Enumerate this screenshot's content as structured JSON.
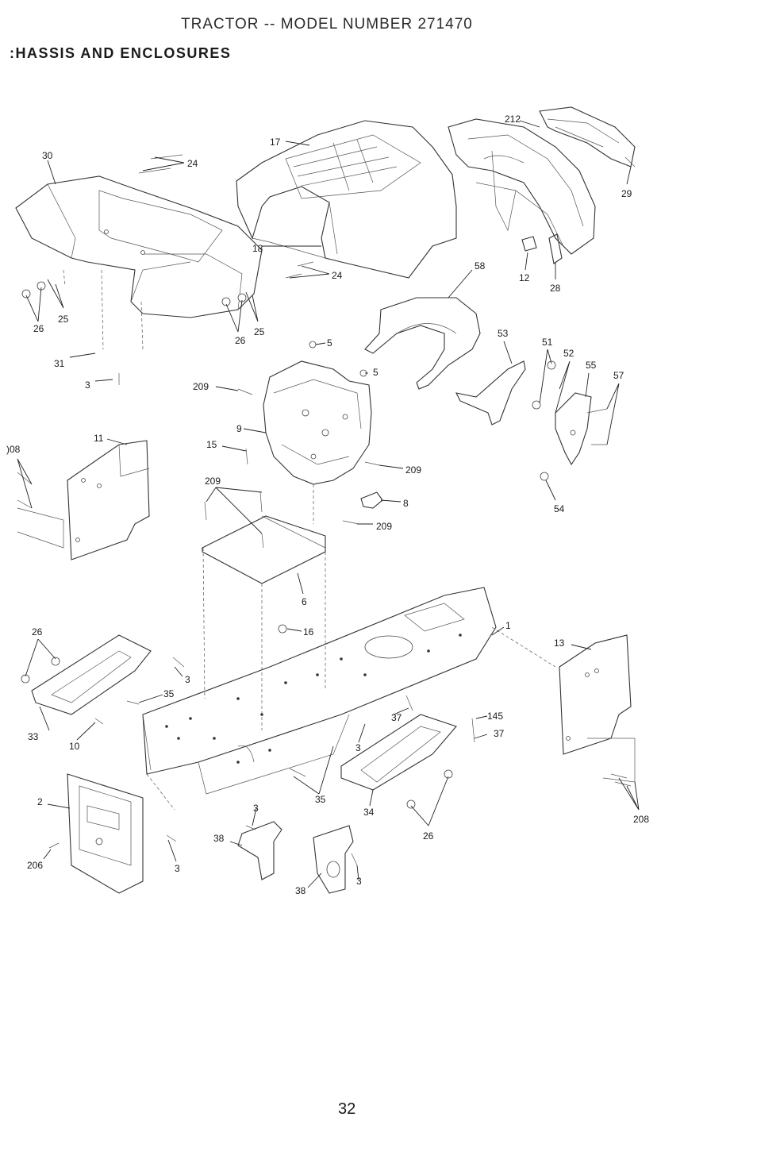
{
  "header": {
    "title": "TRACTOR -- MODEL NUMBER 271470",
    "subtitle": ":HASSIS AND ENCLOSURES"
  },
  "footer": {
    "page_number": "32"
  },
  "callouts": {
    "c30": "30",
    "c24a": "24",
    "c17": "17",
    "c212": "212",
    "c29": "29",
    "c18": "18",
    "c24b": "24",
    "c58": "58",
    "c12": "12",
    "c28": "28",
    "c26a": "26",
    "c25a": "25",
    "c26b": "26",
    "c25b": "25",
    "c5a": "5",
    "c5b": "5",
    "c53": "53",
    "c51": "51",
    "c52": "52",
    "c55": "55",
    "c57": "57",
    "c31": "31",
    "c3a": "3",
    "c209a": "209",
    "c9": "9",
    "c208a": ")08",
    "c11": "11",
    "c15": "15",
    "c209b": "209",
    "c8": "8",
    "c54": "54",
    "c209c": "209",
    "c209d": "209",
    "c6": "6",
    "c16": "16",
    "c1": "1",
    "c26c": "26",
    "c3b": "3",
    "c35a": "35",
    "c13": "13",
    "c33": "33",
    "c10": "10",
    "c37a": "37",
    "c145": "145",
    "c37b": "37",
    "c3c": "3",
    "c2": "2",
    "c35b": "35",
    "c34": "34",
    "c26d": "26",
    "c208b": "208",
    "c3d": "3",
    "c38a": "38",
    "c206": "206",
    "c3e": "3",
    "c38b": "38",
    "c3f": "3"
  }
}
